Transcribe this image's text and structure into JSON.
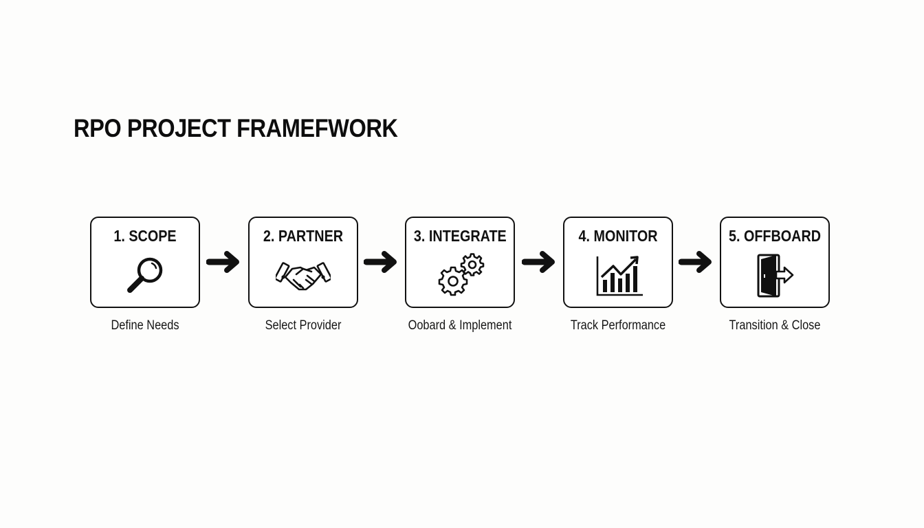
{
  "title": "RPO PROJECT FRAMEFWORK",
  "colors": {
    "background": "#fdfdfc",
    "ink": "#111111",
    "box_fill": "#ffffff"
  },
  "steps": [
    {
      "number": 1,
      "label": "1. SCOPE",
      "icon": "magnifying-glass-icon",
      "caption": "Define Needs"
    },
    {
      "number": 2,
      "label": "2. PARTNER",
      "icon": "handshake-icon",
      "caption": "Select Provider"
    },
    {
      "number": 3,
      "label": "3. INTEGRATE",
      "icon": "gears-icon",
      "caption": "Oobard & Implement"
    },
    {
      "number": 4,
      "label": "4. MONITOR",
      "icon": "growth-chart-icon",
      "caption": "Track Performance"
    },
    {
      "number": 5,
      "label": "5. OFFBOARD",
      "icon": "exit-door-icon",
      "caption": "Transition & Close"
    }
  ],
  "connectors": [
    {
      "from": 1,
      "to": 2,
      "icon": "arrow-right-icon"
    },
    {
      "from": 2,
      "to": 3,
      "icon": "arrow-right-icon"
    },
    {
      "from": 3,
      "to": 4,
      "icon": "arrow-right-icon"
    },
    {
      "from": 4,
      "to": 5,
      "icon": "arrow-right-icon"
    }
  ]
}
